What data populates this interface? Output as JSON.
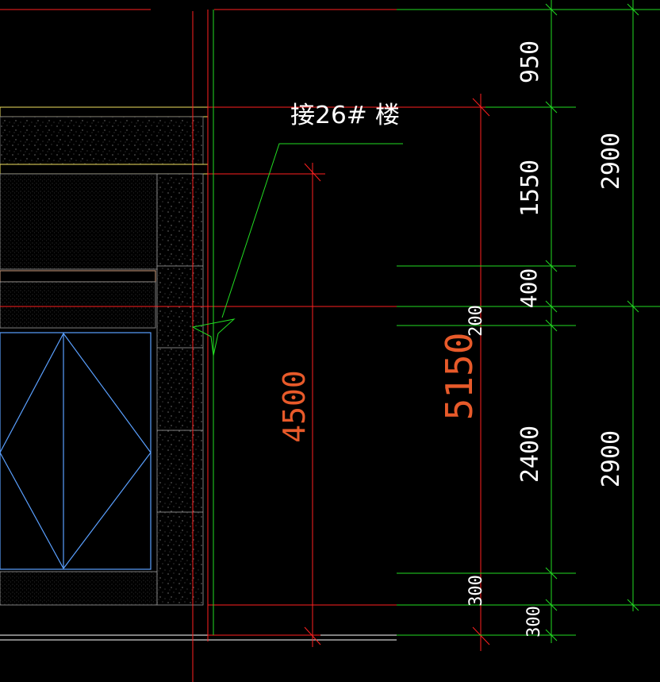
{
  "drawing": {
    "background": "#000000",
    "colors": {
      "dimension_red": "#ff2020",
      "dimension_text_orange": "#e85a2a",
      "dimension_text_white": "#ffffff",
      "green_line": "#22dd22",
      "white_line": "#ffffff",
      "yellow_outline": "#f0e060",
      "blue_panel": "#5aa0ff",
      "hatch": "#707070"
    }
  },
  "annotation": {
    "label": "接26# 楼"
  },
  "dimensions": {
    "left_chain": {
      "total": "4500"
    },
    "middle_chain": {
      "total": "5150",
      "segments": [
        "200",
        "300",
        "300"
      ]
    },
    "right_chain": {
      "segments": [
        "950",
        "1550",
        "400",
        "2400"
      ]
    },
    "outer_chain": {
      "segments": [
        "2900",
        "2900"
      ]
    }
  }
}
